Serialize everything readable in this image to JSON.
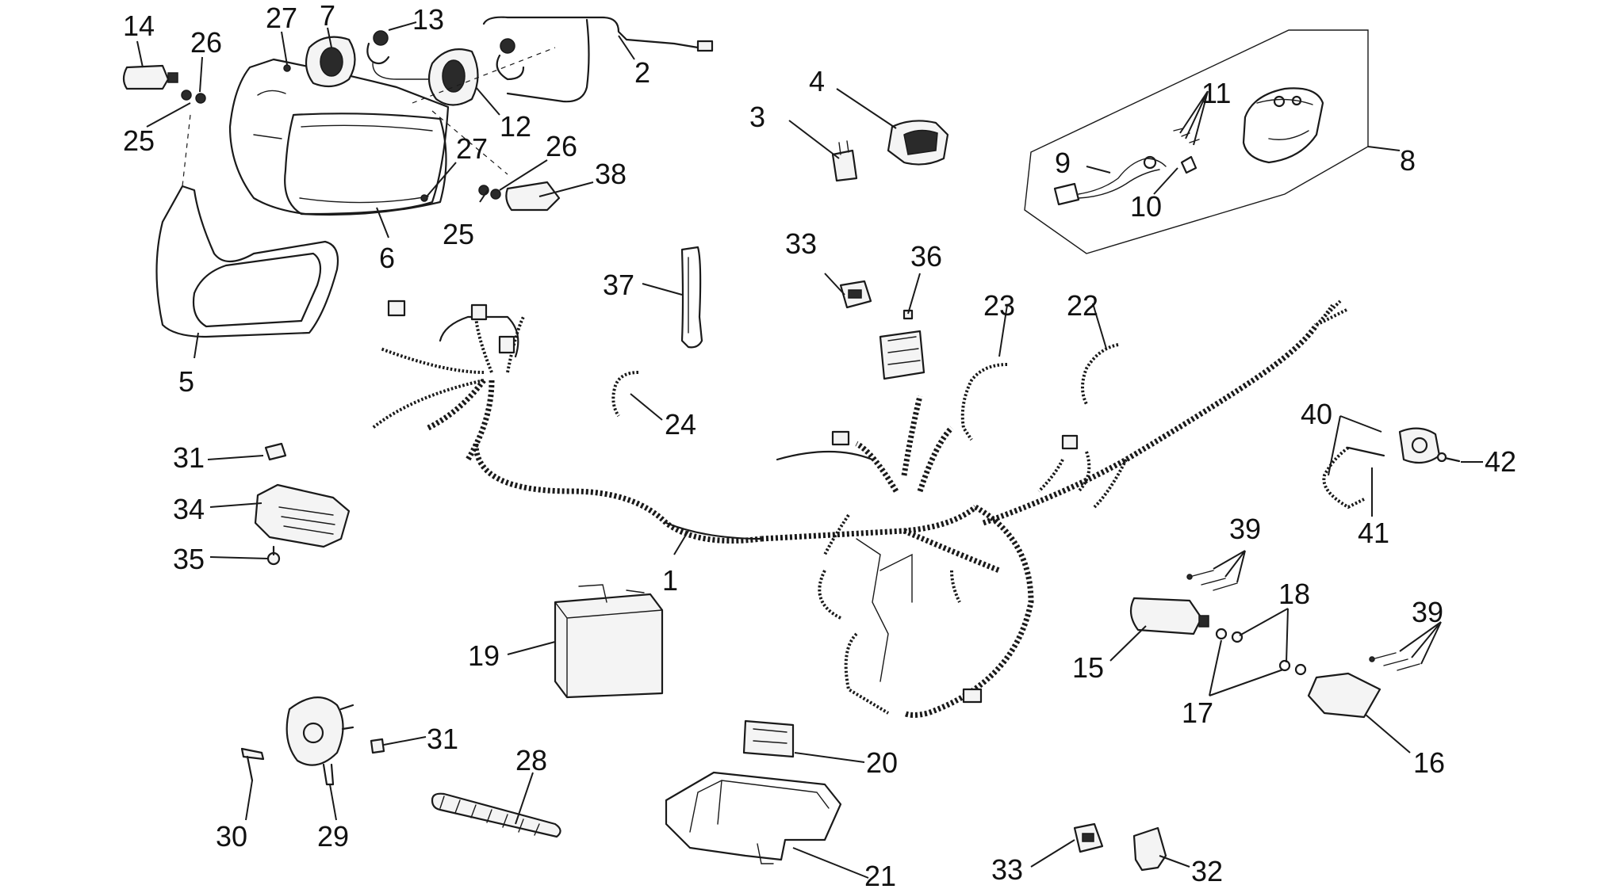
{
  "callouts": [
    {
      "id": "c14",
      "label": "14"
    },
    {
      "id": "c27a",
      "label": "27"
    },
    {
      "id": "c7",
      "label": "7"
    },
    {
      "id": "c13",
      "label": "13"
    },
    {
      "id": "c26a",
      "label": "26"
    },
    {
      "id": "c2",
      "label": "2"
    },
    {
      "id": "c25a",
      "label": "25"
    },
    {
      "id": "c12",
      "label": "12"
    },
    {
      "id": "c27b",
      "label": "27"
    },
    {
      "id": "c26b",
      "label": "26"
    },
    {
      "id": "c38",
      "label": "38"
    },
    {
      "id": "c6",
      "label": "6"
    },
    {
      "id": "c25b",
      "label": "25"
    },
    {
      "id": "c5",
      "label": "5"
    },
    {
      "id": "c4",
      "label": "4"
    },
    {
      "id": "c3",
      "label": "3"
    },
    {
      "id": "c11",
      "label": "11"
    },
    {
      "id": "c9",
      "label": "9"
    },
    {
      "id": "c8",
      "label": "8"
    },
    {
      "id": "c10",
      "label": "10"
    },
    {
      "id": "c33a",
      "label": "33"
    },
    {
      "id": "c36",
      "label": "36"
    },
    {
      "id": "c37",
      "label": "37"
    },
    {
      "id": "c23",
      "label": "23"
    },
    {
      "id": "c22",
      "label": "22"
    },
    {
      "id": "c24",
      "label": "24"
    },
    {
      "id": "c31a",
      "label": "31"
    },
    {
      "id": "c34",
      "label": "34"
    },
    {
      "id": "c35",
      "label": "35"
    },
    {
      "id": "c40",
      "label": "40"
    },
    {
      "id": "c42",
      "label": "42"
    },
    {
      "id": "c41",
      "label": "41"
    },
    {
      "id": "c39a",
      "label": "39"
    },
    {
      "id": "c18",
      "label": "18"
    },
    {
      "id": "c1",
      "label": "1"
    },
    {
      "id": "c15",
      "label": "15"
    },
    {
      "id": "c39b",
      "label": "39"
    },
    {
      "id": "c17",
      "label": "17"
    },
    {
      "id": "c19",
      "label": "19"
    },
    {
      "id": "c16",
      "label": "16"
    },
    {
      "id": "c31b",
      "label": "31"
    },
    {
      "id": "c28",
      "label": "28"
    },
    {
      "id": "c20",
      "label": "20"
    },
    {
      "id": "c30",
      "label": "30"
    },
    {
      "id": "c29",
      "label": "29"
    },
    {
      "id": "c33b",
      "label": "33"
    },
    {
      "id": "c32",
      "label": "32"
    },
    {
      "id": "c21",
      "label": "21"
    }
  ]
}
